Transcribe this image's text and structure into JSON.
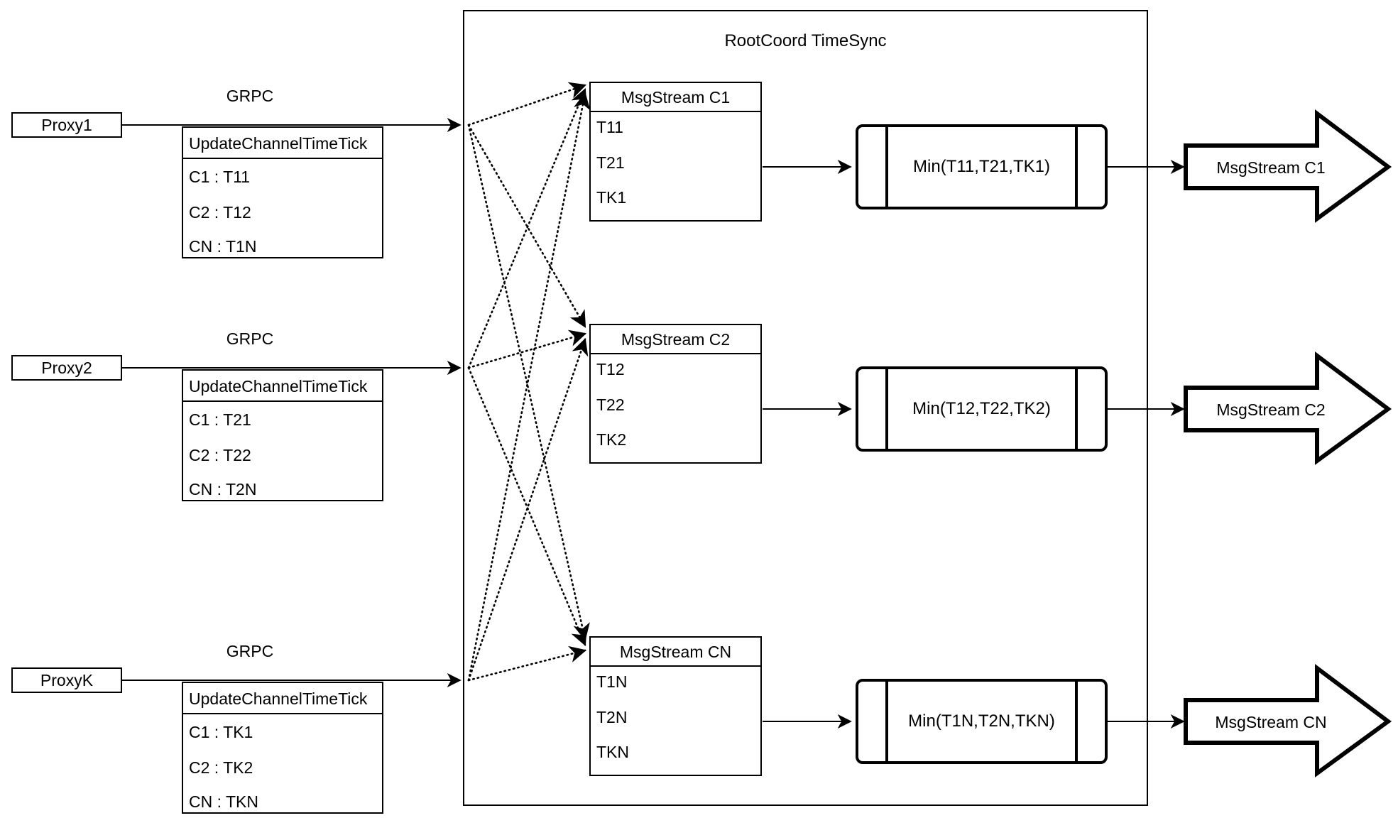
{
  "diagram": {
    "title": "RootCoord TimeSync",
    "grpc_label": "GRPC",
    "update_header": "UpdateChannelTimeTick",
    "proxies": [
      {
        "name": "Proxy1",
        "grpc": "GRPC",
        "header": "UpdateChannelTimeTick",
        "rows": [
          "C1 :  T11",
          "C2 :  T12",
          "CN : T1N"
        ]
      },
      {
        "name": "Proxy2",
        "grpc": "GRPC",
        "header": "UpdateChannelTimeTick",
        "rows": [
          "C1 :  T21",
          "C2 :  T22",
          "CN : T2N"
        ]
      },
      {
        "name": "ProxyK",
        "grpc": "GRPC",
        "header": "UpdateChannelTimeTick",
        "rows": [
          "C1 :  TK1",
          "C2 :  TK2",
          "CN : TKN"
        ]
      }
    ],
    "channels": [
      {
        "stream_title": "MsgStream C1",
        "ticks": [
          "T11",
          "T21",
          "TK1"
        ],
        "min_expr": "Min(T11,T21,TK1)",
        "output_label": "MsgStream C1"
      },
      {
        "stream_title": "MsgStream C2",
        "ticks": [
          "T12",
          "T22",
          "TK2"
        ],
        "min_expr": "Min(T12,T22,TK2)",
        "output_label": "MsgStream C2"
      },
      {
        "stream_title": "MsgStream CN",
        "ticks": [
          "T1N",
          "T2N",
          "TKN"
        ],
        "min_expr": "Min(T1N,T2N,TKN)",
        "output_label": "MsgStream CN"
      }
    ],
    "colors": {
      "stroke": "#000000",
      "background": "#ffffff"
    }
  }
}
